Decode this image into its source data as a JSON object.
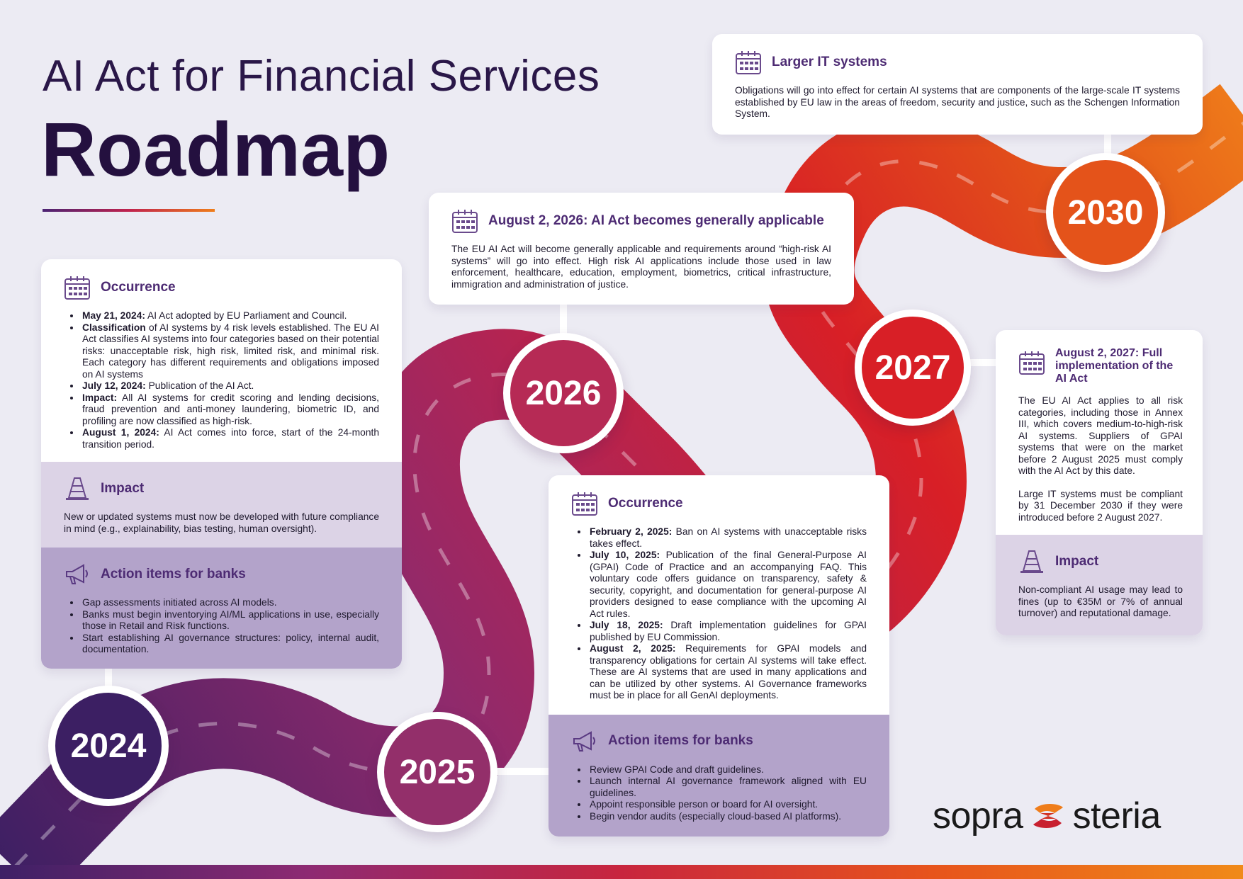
{
  "header": {
    "subtitle": "AI Act for Financial Services",
    "title": "Roadmap"
  },
  "colors": {
    "purple": "#3c1f63",
    "magenta": "#8f2a6c",
    "red": "#d81f26",
    "orange": "#ef7d1a",
    "impact_bg": "#dcd3e6",
    "action_bg": "#b3a3ca"
  },
  "icons": {
    "calendar": "calendar-icon",
    "cone": "traffic-cone-icon",
    "megaphone": "megaphone-icon"
  },
  "years": {
    "y2024": "2024",
    "y2025": "2025",
    "y2026": "2026",
    "y2027": "2027",
    "y2030": "2030"
  },
  "card2024": {
    "occurrence_title": "Occurrence",
    "items": [
      {
        "label": "May 21, 2024:",
        "text": " AI Act adopted by EU Parliament and Council."
      },
      {
        "label": "Classification",
        "text": " of AI systems by 4 risk levels established. The EU AI Act classifies AI systems into four categories based on their potential risks: unacceptable risk, high risk, limited risk, and minimal risk. Each category has different requirements and obligations imposed on AI systems"
      },
      {
        "label": "July 12, 2024:",
        "text": " Publication of the AI Act."
      },
      {
        "label": "Impact:",
        "text": " All AI systems for credit scoring and lending decisions, fraud prevention and anti-money laundering, biometric ID, and profiling are now classified as high-risk."
      },
      {
        "label": "August 1, 2024:",
        "text": " AI Act comes into force, start of the 24-month transition period."
      }
    ],
    "impact_title": "Impact",
    "impact_text": "New or updated systems must now be developed with future compliance in mind (e.g., explainability, bias testing, human oversight).",
    "action_title": "Action items for banks",
    "actions": [
      "Gap assessments initiated across AI models.",
      "Banks must begin inventorying AI/ML applications in use, especially those in Retail and Risk functions.",
      "Start establishing AI governance structures: policy, internal audit, documentation."
    ]
  },
  "card2025": {
    "occurrence_title": "Occurrence",
    "items": [
      {
        "label": "February 2, 2025:",
        "text": " Ban on AI systems with unacceptable risks takes effect."
      },
      {
        "label": "July 10, 2025:",
        "text": " Publication of the final General-Purpose AI (GPAI) Code of Practice and an accompanying FAQ. This voluntary code offers guidance on transparency, safety & security, copyright, and documentation for general-purpose AI providers designed to ease compliance with the upcoming AI Act rules."
      },
      {
        "label": "July 18, 2025:",
        "text": " Draft implementation guidelines for GPAI published by EU Commission."
      },
      {
        "label": "August 2, 2025:",
        "text": " Requirements for GPAI models and transparency obligations for certain AI systems will take effect. These are AI systems that are used in many applications and can be utilized by other systems. AI Governance frameworks must be in place for all GenAI deployments."
      }
    ],
    "action_title": "Action items for banks",
    "actions": [
      "Review GPAI Code and draft guidelines.",
      "Launch internal AI governance framework aligned with EU guidelines.",
      "Appoint responsible person or board for AI oversight.",
      "Begin vendor audits (especially cloud-based AI platforms)."
    ]
  },
  "card2026": {
    "title": "August 2, 2026: AI Act becomes generally applicable",
    "text": "The EU AI Act will become generally applicable and requirements around “high-risk AI systems” will go into effect. High risk AI applications include those used in law enforcement, healthcare, education, employment, biometrics, critical infrastructure, immigration and administration of justice."
  },
  "card2027": {
    "title": "August 2, 2027: Full implementation of the AI Act",
    "text1": "The EU AI Act applies to all risk categories, including those in Annex III, which covers medium-to-high-risk AI systems. Suppliers of GPAI systems that were on the market before 2 August 2025 must comply with the AI Act by this date.",
    "text2": "Large IT systems must be compliant by 31 December 2030 if they were introduced before 2 August 2027.",
    "impact_title": "Impact",
    "impact_text": "Non-compliant AI usage may lead to fines (up to €35M or 7% of annual turnover) and reputational damage."
  },
  "card2030": {
    "title": "Larger IT systems",
    "text": "Obligations will go into effect for certain AI systems that are components of the large-scale IT systems established by EU law in the areas of freedom, security and justice, such as the Schengen Information System."
  },
  "logo": {
    "left": "sopra",
    "right": "steria"
  }
}
